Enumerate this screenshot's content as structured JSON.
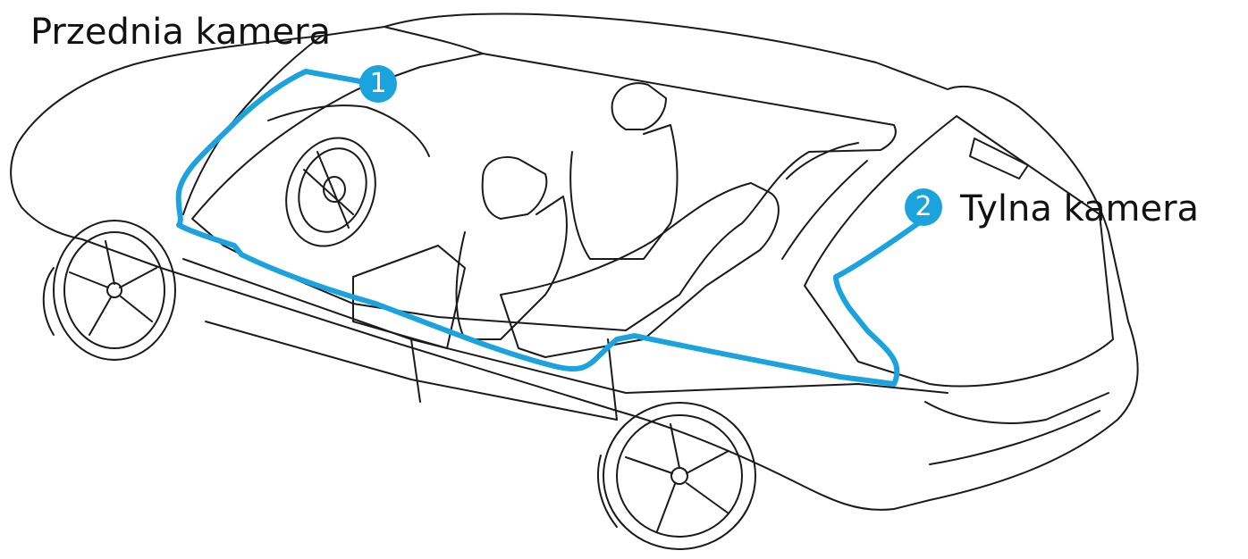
{
  "colors": {
    "cable": "#1aa3dd",
    "outline": "#1a1a1a",
    "background": "#ffffff"
  },
  "callouts": [
    {
      "number": "1",
      "label": "Przednia kamera"
    },
    {
      "number": "2",
      "label": "Tylna kamera"
    }
  ]
}
